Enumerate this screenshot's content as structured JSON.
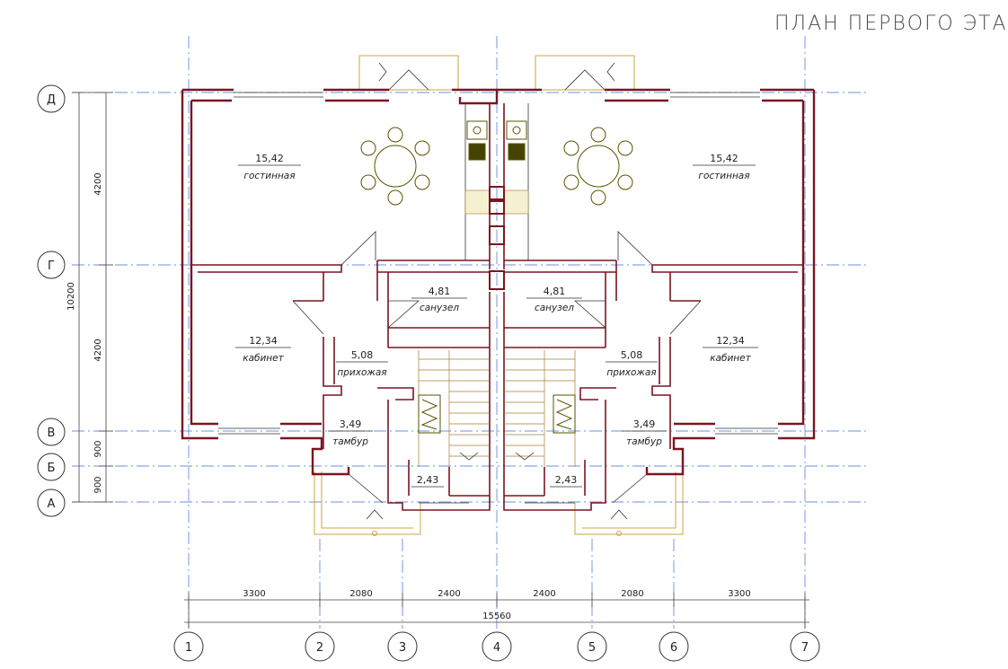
{
  "title": "ПЛАН ПЕРВОГО ЭТАЖА",
  "colors": {
    "wall": "#7a1520",
    "grid": "#3b6fd6",
    "furniture": "#555500",
    "porch": "#c9a640"
  },
  "axes_letters": [
    "Д",
    "Г",
    "В",
    "Б",
    "А"
  ],
  "axes_numbers": [
    "1",
    "2",
    "3",
    "4",
    "5",
    "6",
    "7"
  ],
  "dims_horizontal": [
    "3300",
    "2080",
    "2400",
    "2400",
    "2080",
    "3300"
  ],
  "dim_total_horizontal": "15560",
  "dims_vertical": [
    "4200",
    "4200",
    "900",
    "900"
  ],
  "dim_total_vertical": "10200",
  "rooms": [
    {
      "area": "15,42",
      "name": "гостинная"
    },
    {
      "area": "15,42",
      "name": "гостинная"
    },
    {
      "area": "4,81",
      "name": "санузел"
    },
    {
      "area": "4,81",
      "name": "санузел"
    },
    {
      "area": "12,34",
      "name": "кабинет"
    },
    {
      "area": "12,34",
      "name": "кабинет"
    },
    {
      "area": "5,08",
      "name": "прихожая"
    },
    {
      "area": "5,08",
      "name": "прихожая"
    },
    {
      "area": "3,49",
      "name": "тамбур"
    },
    {
      "area": "3,49",
      "name": "тамбур"
    },
    {
      "area": "2,43",
      "name": ""
    },
    {
      "area": "2,43",
      "name": ""
    }
  ]
}
